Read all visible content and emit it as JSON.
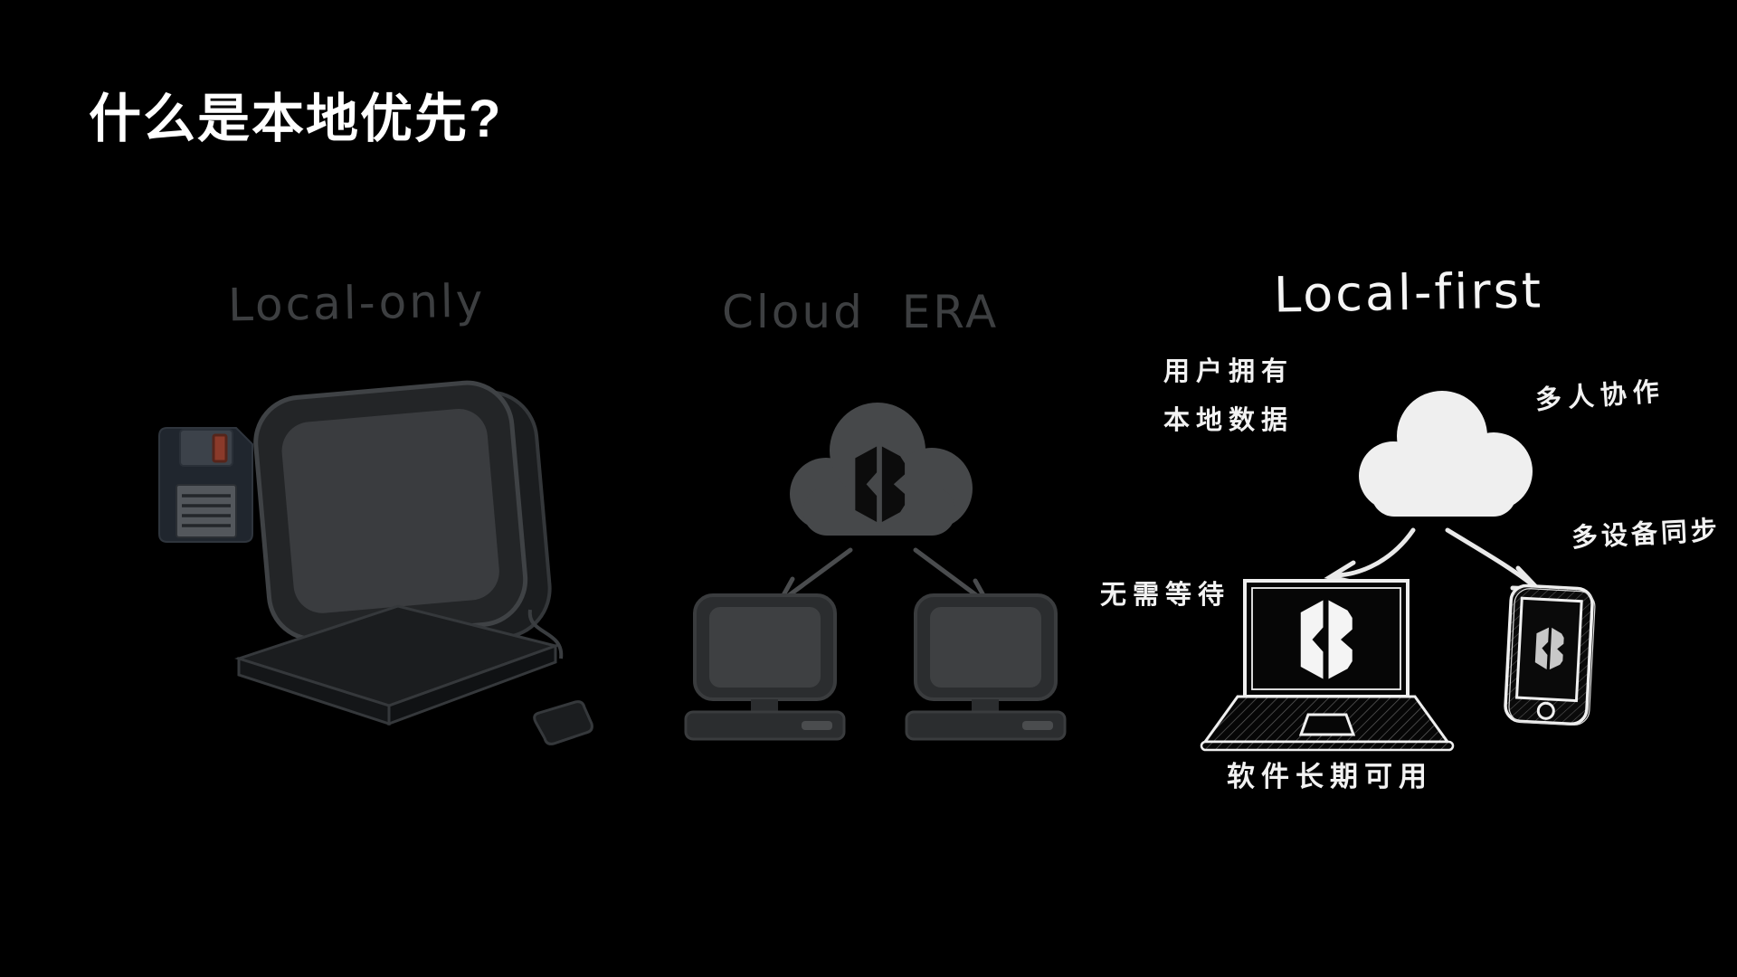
{
  "title": "什么是本地优先?",
  "sections": {
    "local_only": {
      "label": "Local-only",
      "icons": [
        "floppy-disk-icon",
        "retro-computer-icon"
      ]
    },
    "cloud_era": {
      "label": "Cloud ERA",
      "icons": [
        "cloud-logo-icon",
        "arrow-down-left-icon",
        "arrow-down-right-icon",
        "desktop-computer-icon",
        "desktop-computer-icon"
      ]
    },
    "local_first": {
      "label": "Local-first",
      "annotations": {
        "own_data_line1": "用户拥有",
        "own_data_line2": "本地数据",
        "collaboration": "多人协作",
        "multi_device_sync": "多设备同步",
        "no_waiting": "无需等待",
        "long_term_available": "软件长期可用"
      },
      "icons": [
        "white-cloud-icon",
        "curved-arrow-left-icon",
        "curved-arrow-right-icon",
        "laptop-app-logo-icon",
        "smartphone-app-logo-icon"
      ]
    }
  },
  "colors": {
    "background": "#000000",
    "title_text": "#ffffff",
    "dimmed_text": "#3d3f41",
    "dimmed_fill": "#2b2d2f",
    "dimmed_cloud": "#46484a",
    "bright_white": "#f0f0f0",
    "floppy_slot_red": "#8a3a2a"
  }
}
